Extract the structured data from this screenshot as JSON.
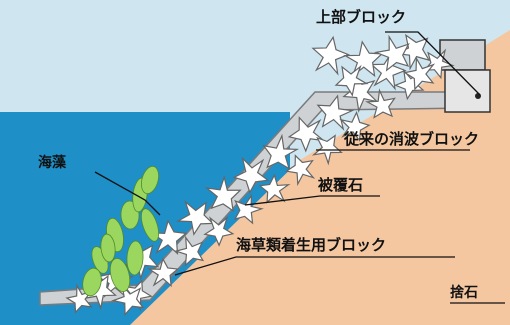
{
  "labels": {
    "top_block": "上部ブロック",
    "conventional_block": "従来の消波ブロック",
    "covering_stone": "被覆石",
    "seaweed": "海藻",
    "seaweed_block": "海草類着生用ブロック",
    "rubble": "捨石"
  },
  "colors": {
    "sky": "#cfe6f1",
    "sea": "#1f8fc8",
    "ground": "#f4c7a1",
    "stone_band": "#cfd2d4",
    "block": "#ffffff",
    "seaweed": "#9bd65f"
  }
}
